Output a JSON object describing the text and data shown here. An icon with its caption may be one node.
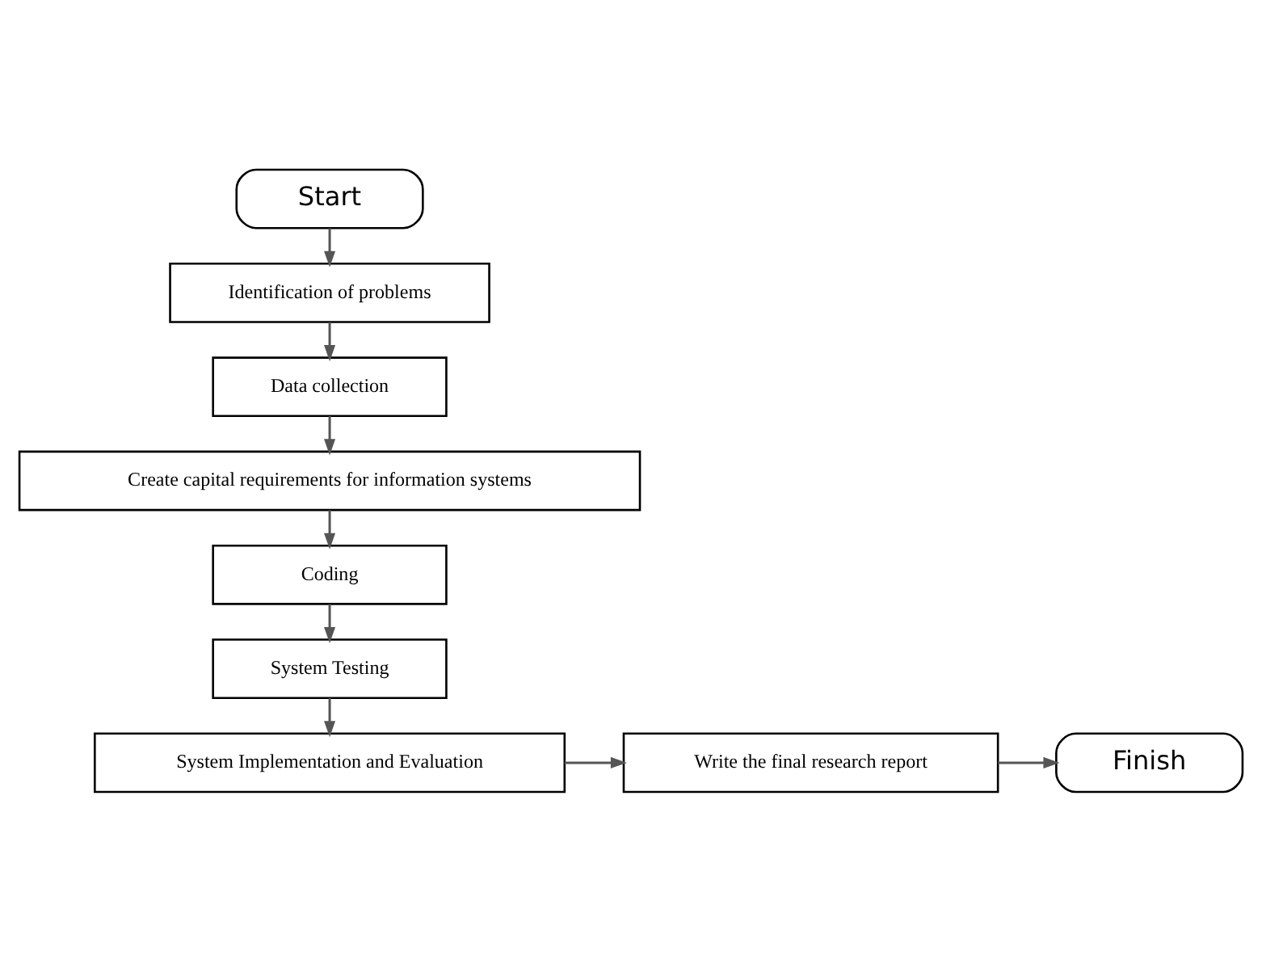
{
  "diagram": {
    "nodes": [
      {
        "text": [
          "Start"
        ]
      },
      {
        "text": [
          "Identification of problems"
        ]
      },
      {
        "text": [
          "Data collection"
        ]
      },
      {
        "text": [
          "Create capital requirements for information systems"
        ]
      },
      {
        "text": [
          "Coding"
        ]
      },
      {
        "text": [
          "System Testing"
        ]
      },
      {
        "text": [
          "System Implementation and Evaluation"
        ]
      },
      {
        "text": [
          "Write the final research report"
        ]
      },
      {
        "text": [
          "Finish"
        ]
      }
    ],
    "edges": [
      {
        "from": 0,
        "to": 1,
        "arrow": "to"
      },
      {
        "from": 1,
        "to": 2,
        "arrow": "to"
      },
      {
        "from": 2,
        "to": 3,
        "arrow": "to"
      },
      {
        "from": 3,
        "to": 4,
        "arrow": "to"
      },
      {
        "from": 4,
        "to": 5,
        "arrow": "to"
      },
      {
        "from": 5,
        "to": 6,
        "arrow": "to"
      },
      {
        "from": 6,
        "to": 7,
        "arrow": "to"
      },
      {
        "from": 7,
        "to": 8,
        "arrow": "to"
      }
    ]
  }
}
